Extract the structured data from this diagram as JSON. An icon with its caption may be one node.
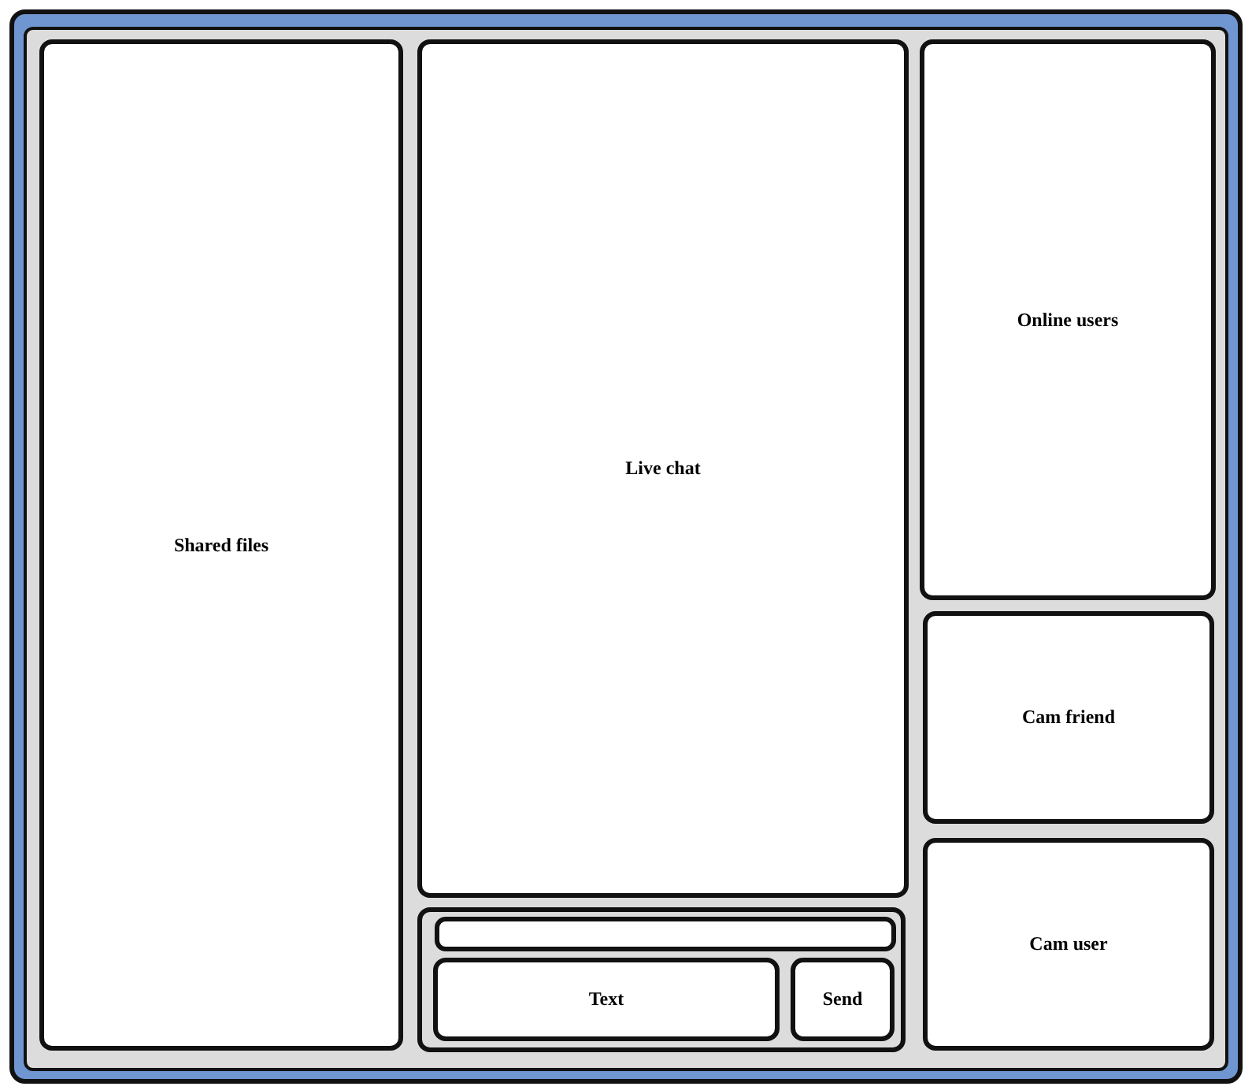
{
  "diagram": {
    "nodes": [
      {
        "text": [],
        "shape": "box"
      },
      {
        "text": [
          "Shared files"
        ],
        "in": 0
      },
      {
        "text": [
          "Live chat"
        ],
        "in": 0
      },
      {
        "text": [],
        "shape": "box",
        "in": 0
      },
      {
        "text": [],
        "shape": "bar",
        "in": 3
      },
      {
        "text": [
          "Text"
        ],
        "in": 3
      },
      {
        "text": [
          "Send"
        ],
        "in": 3
      },
      {
        "text": [
          "Online users"
        ],
        "in": 0
      },
      {
        "text": [
          "Cam friend"
        ],
        "in": 0
      },
      {
        "text": [
          "Cam user"
        ],
        "in": 0
      }
    ]
  }
}
